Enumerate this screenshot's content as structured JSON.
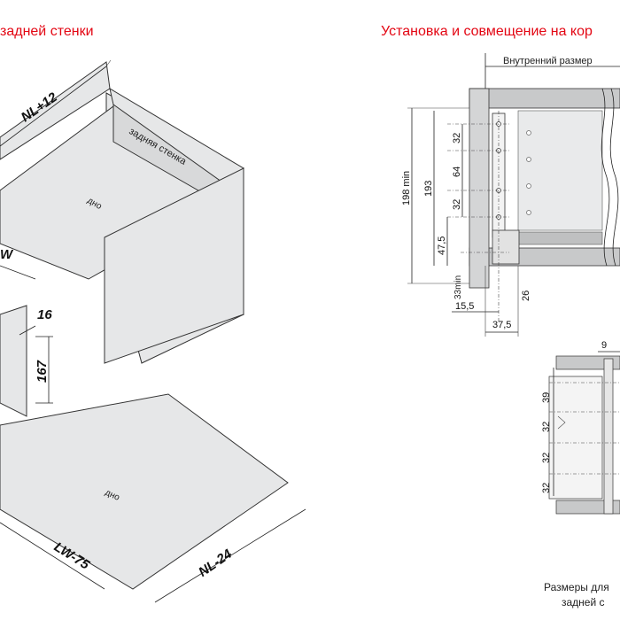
{
  "left": {
    "title": "задней стенки",
    "labels": {
      "back_wall": "задняя стенка",
      "bottom_top": "дно",
      "bottom_sheet": "дно"
    },
    "dims": {
      "nl_plus": "NL+12",
      "w_partial": "W",
      "sixteen": "16",
      "h167": "167",
      "lw": "LW-75",
      "nl_minus": "NL-24"
    }
  },
  "right": {
    "title": "Установка и совмещение на кор",
    "inner_size": "Внутренний размер",
    "dims": {
      "d198": "198 min",
      "d193": "193",
      "d32a": "32",
      "d64": "64",
      "d32b": "32",
      "d47": "47,5",
      "d33": "33min",
      "d26": "26",
      "d15": "15,5",
      "d37": "37,5",
      "d9": "9",
      "d39": "39",
      "d32c": "32",
      "d32d": "32",
      "d32e": "32"
    },
    "caption_line1": "Размеры для",
    "caption_line2": "задней с"
  }
}
